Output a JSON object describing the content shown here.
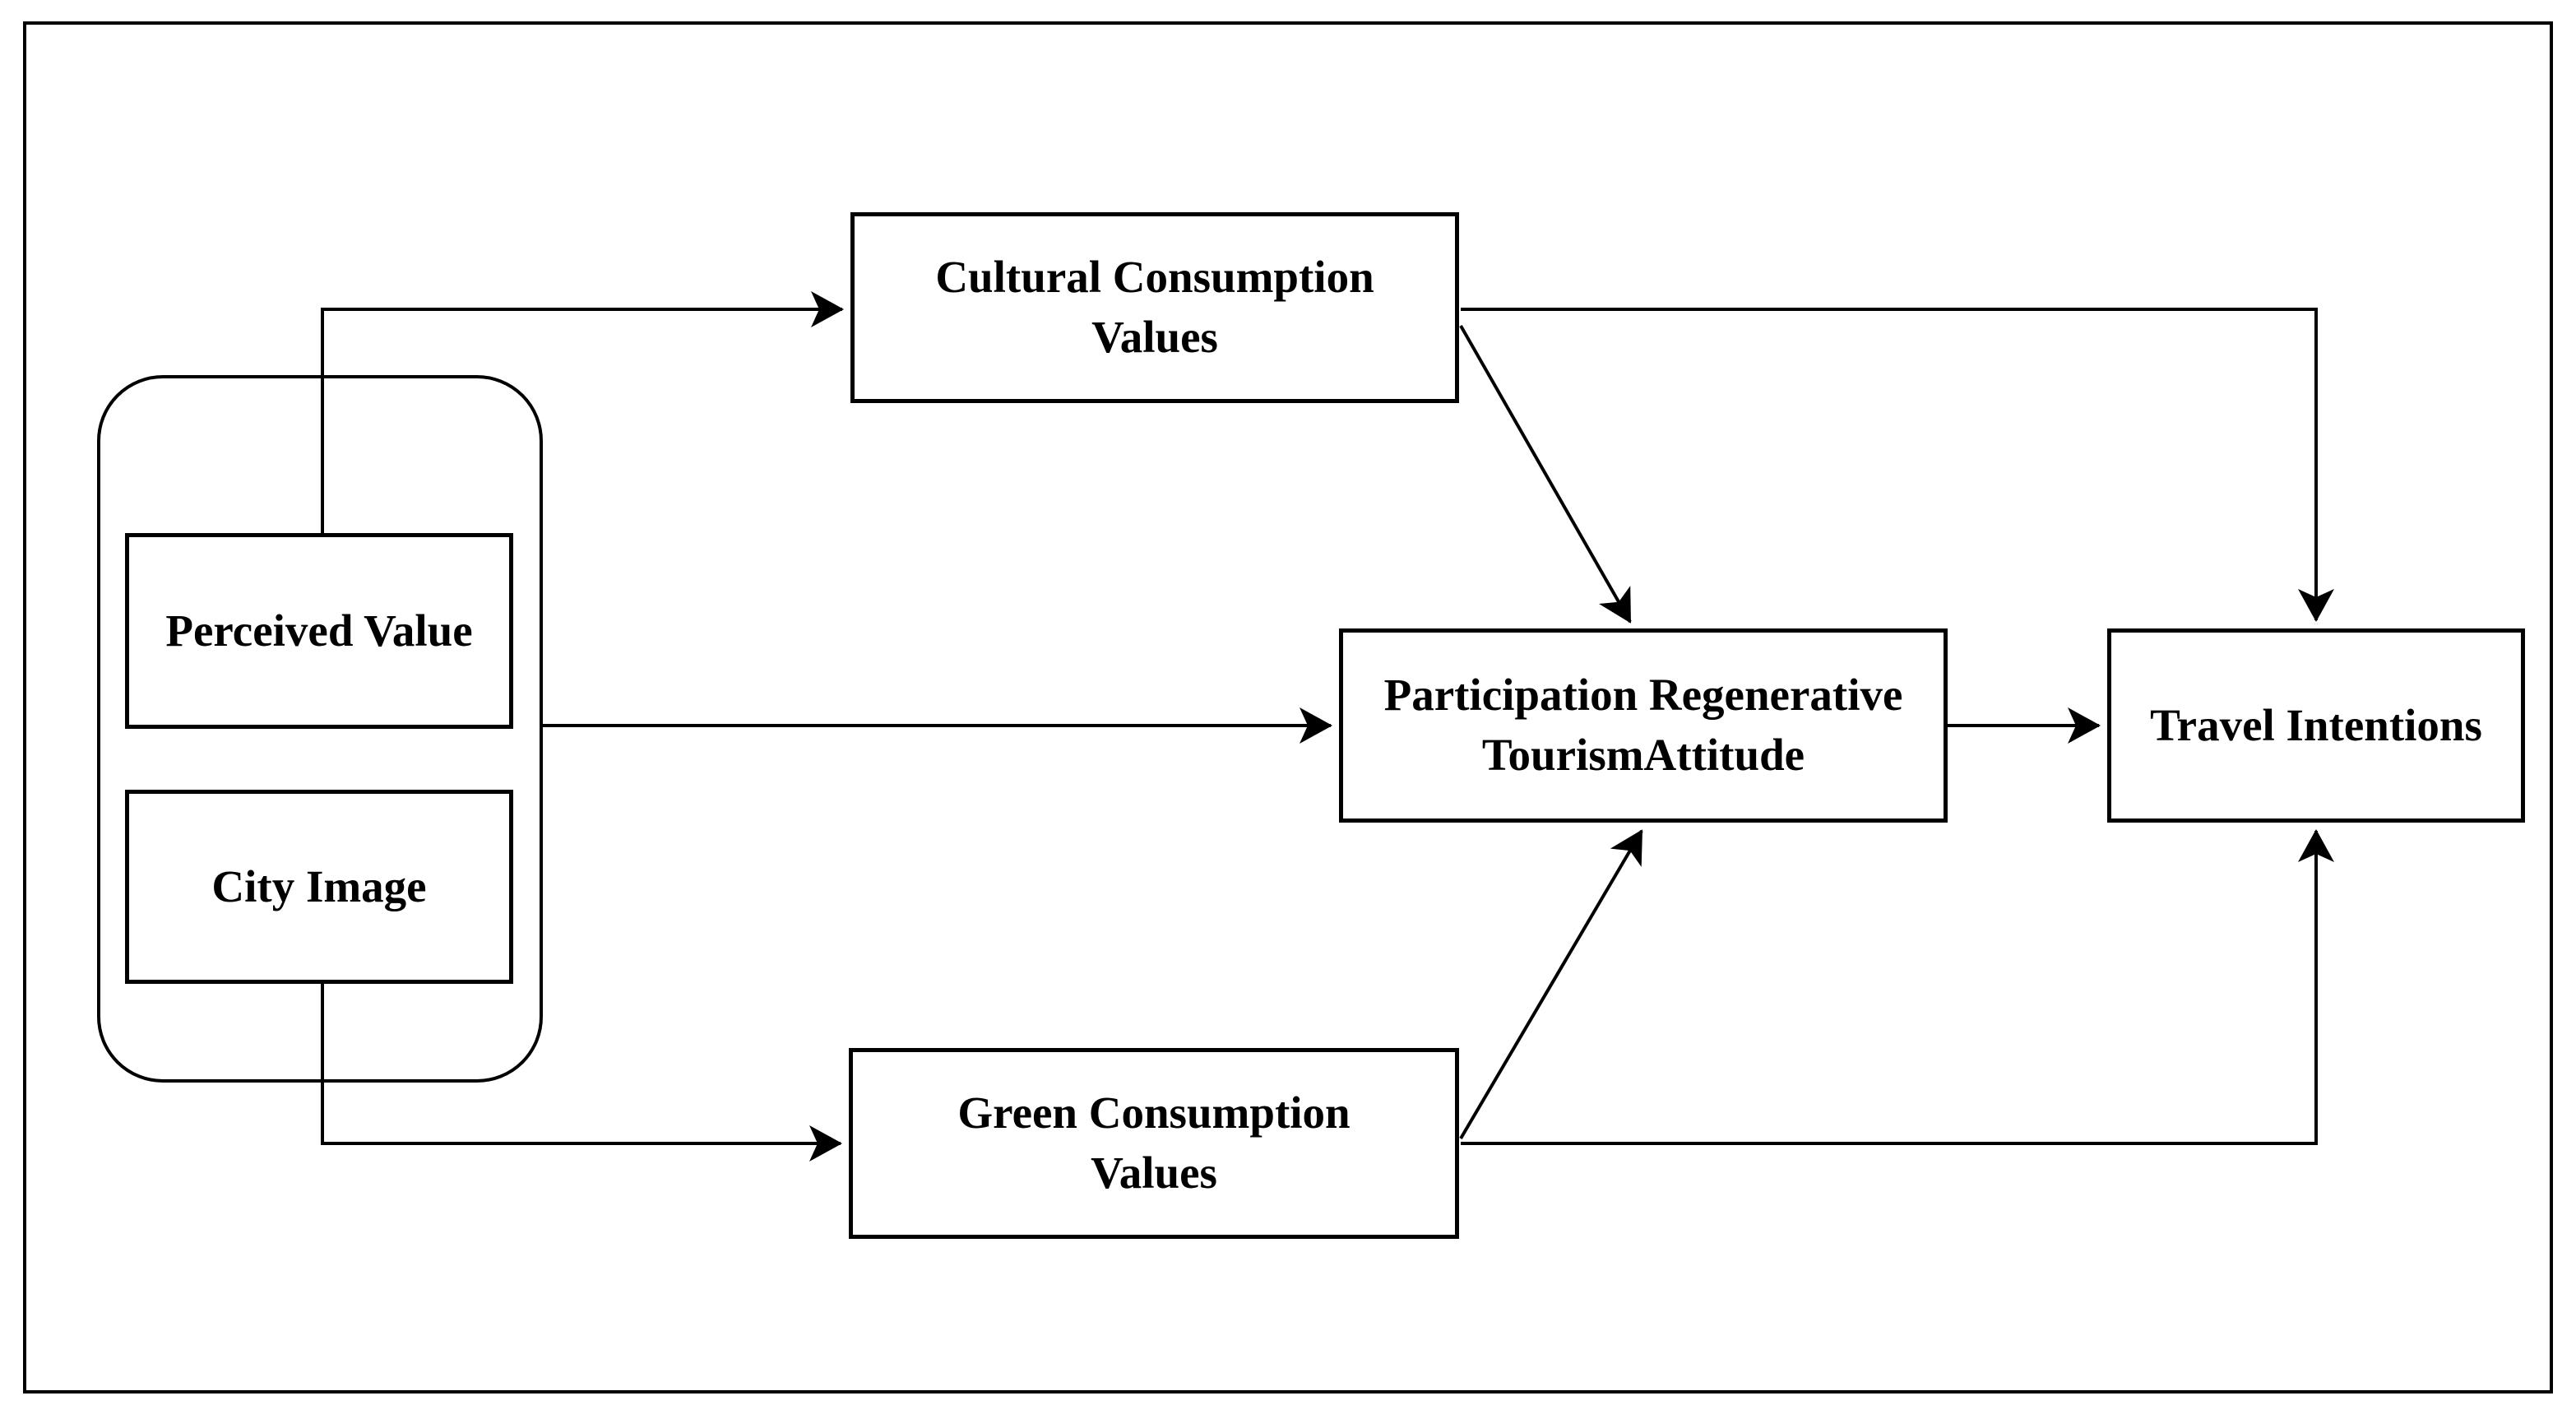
{
  "figure": {
    "colors": {
      "background": "#ffffff",
      "stroke": "#000000",
      "text": "#000000"
    },
    "nodes": {
      "perceived_value": {
        "label": "Perceived Value"
      },
      "city_image": {
        "label": "City Image"
      },
      "cultural_consumption_values": {
        "lines": [
          "Cultural Consumption",
          "Values"
        ]
      },
      "green_consumption_values": {
        "lines": [
          "Green Consumption",
          "Values"
        ]
      },
      "participation_regenerative_tourism_attitude": {
        "lines": [
          "Participation Regenerative",
          "TourismAttitude"
        ]
      },
      "travel_intentions": {
        "label": "Travel Intentions"
      }
    },
    "edges": [
      {
        "from": "perceived_value_city_image_group",
        "to": "cultural_consumption_values"
      },
      {
        "from": "perceived_value_city_image_group",
        "to": "green_consumption_values"
      },
      {
        "from": "perceived_value_city_image_group",
        "to": "participation_regenerative_tourism_attitude"
      },
      {
        "from": "cultural_consumption_values",
        "to": "participation_regenerative_tourism_attitude"
      },
      {
        "from": "cultural_consumption_values",
        "to": "travel_intentions"
      },
      {
        "from": "green_consumption_values",
        "to": "participation_regenerative_tourism_attitude"
      },
      {
        "from": "green_consumption_values",
        "to": "travel_intentions"
      },
      {
        "from": "participation_regenerative_tourism_attitude",
        "to": "travel_intentions"
      }
    ]
  }
}
